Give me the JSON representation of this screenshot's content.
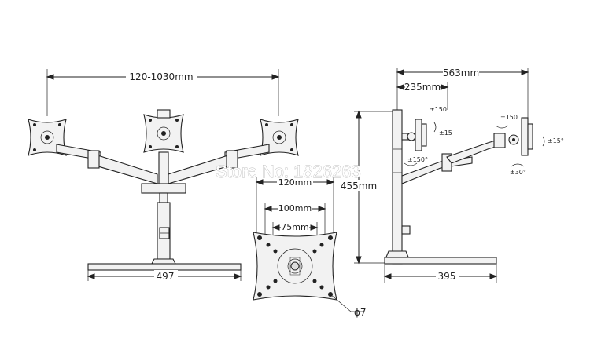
{
  "front_view": {
    "width_dimension": "120-1030mm",
    "base_width": "497"
  },
  "vesa_plate": {
    "outer_dimension": "120mm",
    "middle_dimension": "100mm",
    "inner_dimension": "75mm",
    "hole_diameter": "ϕ7"
  },
  "side_view": {
    "overall_depth": "563mm",
    "post_offset": "235mm",
    "height": "455mm",
    "base_depth": "395",
    "tilt_left": "±15",
    "swivel_left": "±150",
    "swivel_arm": "±150°",
    "swivel_right": "±150",
    "rotate_right": "±15°",
    "tilt_bottom": "±30°"
  },
  "watermark": "Store No: 1826263"
}
